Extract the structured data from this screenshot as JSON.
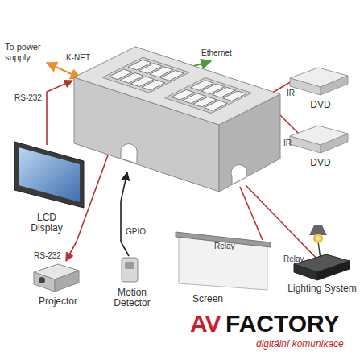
{
  "diagram": {
    "nodes": [
      {
        "text": [
          "DVD"
        ]
      },
      {
        "text": [
          "DVD"
        ]
      },
      {
        "text": [
          "LCD Display"
        ]
      },
      {
        "text": [
          "Motion Detector"
        ]
      },
      {
        "text": [
          "Projector"
        ]
      },
      {
        "text": [
          "Screen"
        ]
      },
      {
        "text": [
          "Lighting System"
        ]
      }
    ],
    "labels": [
      "To power supply",
      "K-NET",
      "Ethernet",
      "RS-232",
      "IR",
      "IR",
      "GPIO",
      "RS-232",
      "Relay",
      "Relay",
      "AV",
      "FACTORY",
      "digitální komunikace"
    ]
  }
}
